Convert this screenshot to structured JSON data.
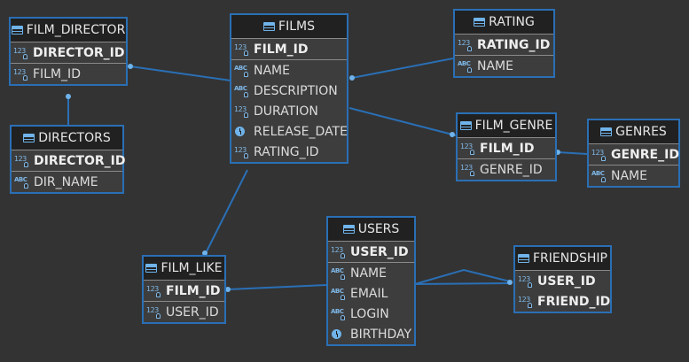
{
  "tables": {
    "film_director": {
      "title": "FILM_DIRECTOR",
      "pk": [
        {
          "name": "DIRECTOR_ID",
          "type": "num"
        }
      ],
      "cols": [
        {
          "name": "FILM_ID",
          "type": "num"
        }
      ]
    },
    "directors": {
      "title": "DIRECTORS",
      "pk": [
        {
          "name": "DIRECTOR_ID",
          "type": "num"
        }
      ],
      "cols": [
        {
          "name": "DIR_NAME",
          "type": "text"
        }
      ]
    },
    "films": {
      "title": "FILMS",
      "pk": [
        {
          "name": "FILM_ID",
          "type": "num"
        }
      ],
      "cols": [
        {
          "name": "NAME",
          "type": "text"
        },
        {
          "name": "DESCRIPTION",
          "type": "text"
        },
        {
          "name": "DURATION",
          "type": "num"
        },
        {
          "name": "RELEASE_DATE",
          "type": "date"
        },
        {
          "name": "RATING_ID",
          "type": "num"
        }
      ]
    },
    "rating": {
      "title": "RATING",
      "pk": [
        {
          "name": "RATING_ID",
          "type": "num"
        }
      ],
      "cols": [
        {
          "name": "NAME",
          "type": "text"
        }
      ]
    },
    "film_genre": {
      "title": "FILM_GENRE",
      "pk": [
        {
          "name": "FILM_ID",
          "type": "num"
        }
      ],
      "cols": [
        {
          "name": "GENRE_ID",
          "type": "num"
        }
      ]
    },
    "genres": {
      "title": "GENRES",
      "pk": [
        {
          "name": "GENRE_ID",
          "type": "num"
        }
      ],
      "cols": [
        {
          "name": "NAME",
          "type": "text"
        }
      ]
    },
    "film_like": {
      "title": "FILM_LIKE",
      "pk": [
        {
          "name": "FILM_ID",
          "type": "num"
        }
      ],
      "cols": [
        {
          "name": "USER_ID",
          "type": "num"
        }
      ]
    },
    "users": {
      "title": "USERS",
      "pk": [
        {
          "name": "USER_ID",
          "type": "num"
        }
      ],
      "cols": [
        {
          "name": "NAME",
          "type": "text"
        },
        {
          "name": "EMAIL",
          "type": "text"
        },
        {
          "name": "LOGIN",
          "type": "text"
        },
        {
          "name": "BIRTHDAY",
          "type": "date"
        }
      ]
    },
    "friendship": {
      "title": "FRIENDSHIP",
      "pk": [
        {
          "name": "USER_ID",
          "type": "num"
        },
        {
          "name": "FRIEND_ID",
          "type": "num"
        }
      ],
      "cols": []
    }
  },
  "icons": {
    "num": "123",
    "text": "ABC"
  },
  "colors": {
    "background": "#333333",
    "table_border": "#2a6fb5",
    "connector": "#2a6fb5",
    "icon": "#6fb3ea"
  }
}
